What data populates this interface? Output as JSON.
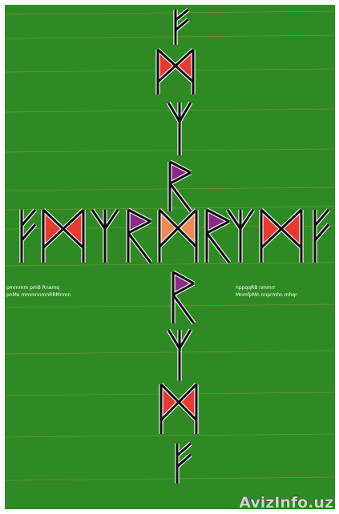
{
  "poster": {
    "background_color": "#2f8a25",
    "stripe_color": "#c9a43a",
    "rune_stroke": "#111111",
    "rune_outline": "#f2f2f2",
    "fill_red": "#e63a33",
    "fill_purple": "#8a2a86",
    "fill_orange": "#ef8a55",
    "caption_left_line1": "pmmmm pmB Rnamq",
    "caption_left_line2": "pnMe mmmnnmnRRMnmn",
    "caption_right_line1": "nppqqRB nmmrr",
    "caption_right_line2": "MnmfpMn nnprmhn mhqr"
  },
  "watermark": {
    "text": "AvizInfo.uz"
  }
}
